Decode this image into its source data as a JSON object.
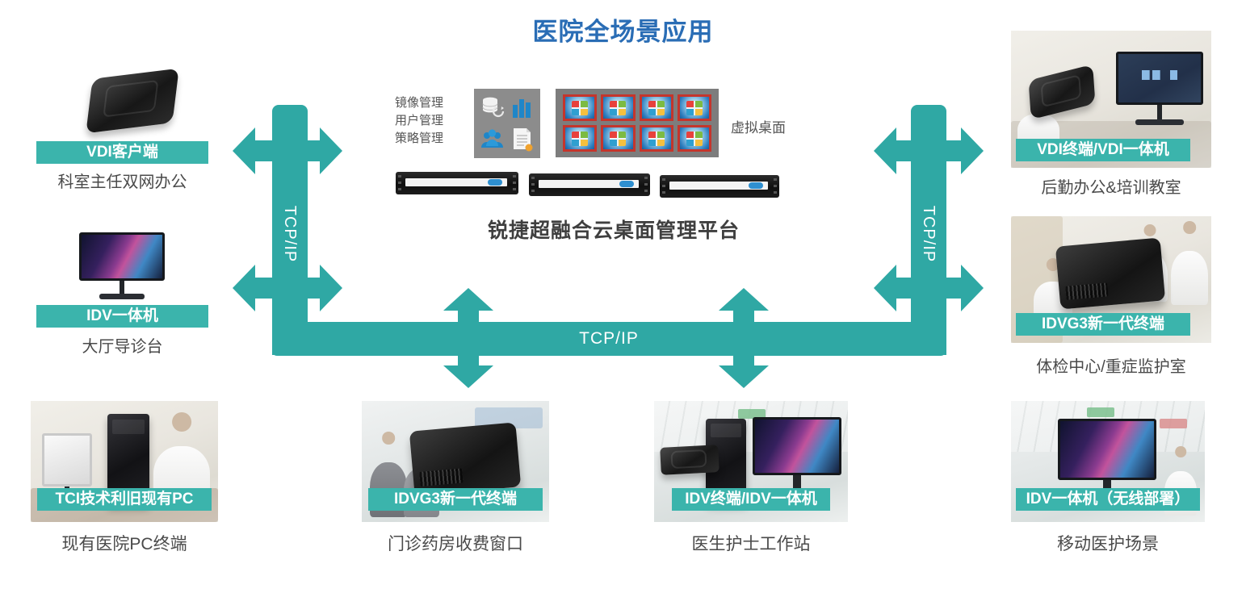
{
  "title": "医院全场景应用",
  "colors": {
    "title_blue": "#2a6db5",
    "teal_arrow": "#2fa8a4",
    "teal_label": "#3bb4ac",
    "caption_gray": "#4a4a4a"
  },
  "network": {
    "tcp_left": "TCP/IP",
    "tcp_right": "TCP/IP",
    "tcp_horizontal": "TCP/IP"
  },
  "platform": {
    "features": [
      "镜像管理",
      "用户管理",
      "策略管理"
    ],
    "virtual_desktop": "虚拟桌面",
    "desktop_tile_count": 8,
    "server_count": 3,
    "caption": "锐捷超融合云桌面管理平台",
    "icons": [
      "database-sync-icon",
      "bar-chart-icon",
      "users-icon",
      "document-icon"
    ]
  },
  "scenes": {
    "left_top": {
      "label": "VDI客户端",
      "caption": "科室主任双网办公"
    },
    "left_mid": {
      "label": "IDV一体机",
      "caption": "大厅导诊台"
    },
    "right_top": {
      "label": "VDI终端/VDI一体机",
      "caption": "后勤办公&培训教室"
    },
    "right_mid": {
      "label": "IDVG3新一代终端",
      "caption": "体检中心/重症监护室"
    },
    "bottom_1": {
      "label": "TCI技术利旧现有PC",
      "caption": "现有医院PC终端"
    },
    "bottom_2": {
      "label": "IDVG3新一代终端",
      "caption": "门诊药房收费窗口"
    },
    "bottom_3": {
      "label": "IDV终端/IDV一体机",
      "caption": "医生护士工作站"
    },
    "bottom_4": {
      "label": "IDV一体机（无线部署）",
      "caption": "移动医护场景"
    }
  }
}
